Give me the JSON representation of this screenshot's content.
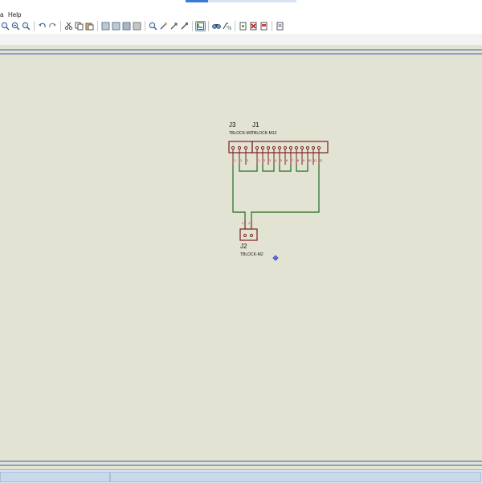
{
  "menu": {
    "items": [
      "Help"
    ]
  },
  "toolbar": {
    "icons": [
      "zoom-in-icon",
      "zoom-out-icon",
      "zoom-all-icon",
      "undo-icon",
      "redo-icon",
      "cut-icon",
      "copy-icon",
      "paste-icon",
      "block-copy-icon",
      "block-move-icon",
      "block-rotate-icon",
      "block-delete-icon",
      "pick-device-icon",
      "make-device-icon",
      "packaging-tool-icon",
      "decompose-icon",
      "wire-autorouter-icon",
      "search-tag-icon",
      "property-assignment-icon",
      "new-sheet-icon",
      "remove-sheet-icon",
      "netlist-icon"
    ]
  },
  "schematic": {
    "components": [
      {
        "ref": "J3",
        "value": "TBLOCK-M3",
        "pins": [
          "1",
          "2",
          "3"
        ]
      },
      {
        "ref": "J1",
        "value": "TBLOCK-M12",
        "pins": [
          "1",
          "2",
          "3",
          "4",
          "5",
          "6",
          "7",
          "8",
          "9",
          "10",
          "11",
          "12"
        ]
      },
      {
        "ref": "J2",
        "value": "TBLOCK-M2",
        "pins": [
          "2",
          "1"
        ]
      }
    ],
    "wire_color": "#1f6b1f",
    "component_color": "#7a1f1f"
  },
  "colors": {
    "canvas": "#e3e3d4",
    "sheet_border": "#3a64a0",
    "status_bar": "#d9e6f3"
  }
}
